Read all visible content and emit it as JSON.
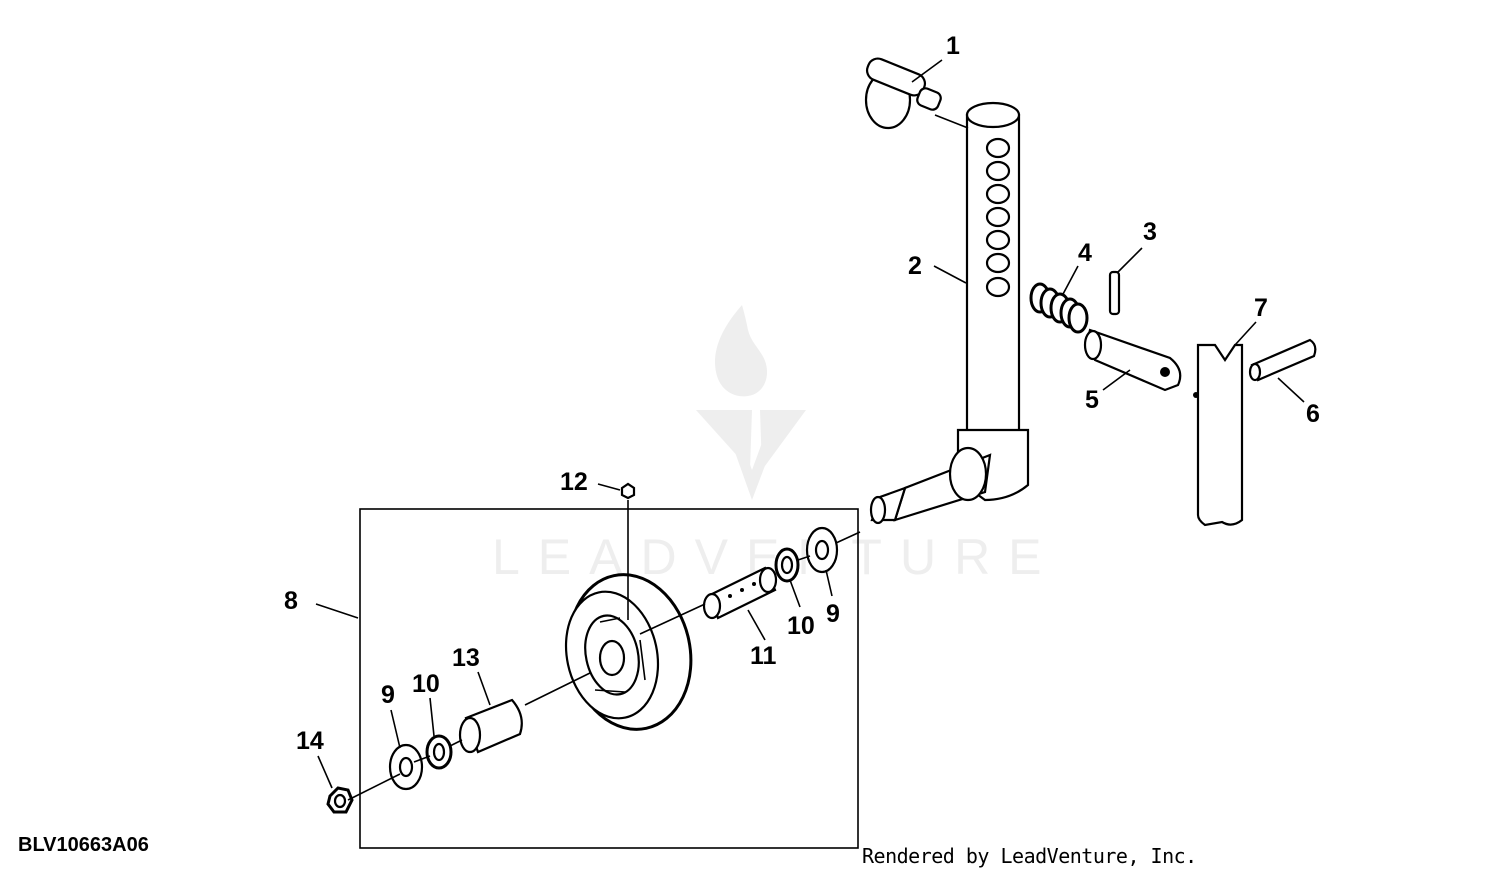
{
  "watermark": {
    "text": "LEADVENTURE",
    "logo": "flame-v-logo"
  },
  "callouts": {
    "c1": "1",
    "c2": "2",
    "c3": "3",
    "c4": "4",
    "c5": "5",
    "c6": "6",
    "c7": "7",
    "c8": "8",
    "c9a": "9",
    "c9b": "9",
    "c10a": "10",
    "c10b": "10",
    "c11": "11",
    "c12": "12",
    "c13": "13",
    "c14": "14"
  },
  "footer": {
    "diagram_code": "BLV10663A06",
    "credit": "Rendered by LeadVenture, Inc."
  }
}
